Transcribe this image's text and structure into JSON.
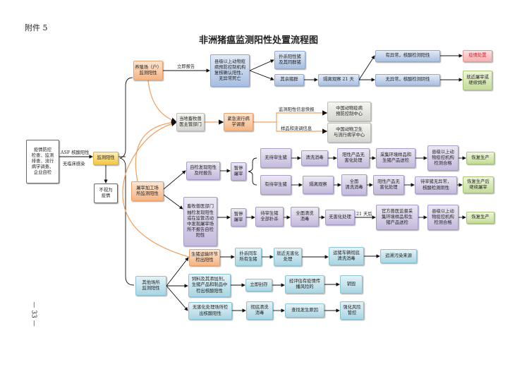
{
  "header": {
    "attachment": "附件 5",
    "title": "非洲猪瘟监测阳性处置流程图",
    "page_number": "— 33 —"
  },
  "start": {
    "source": "疫情防控\n检查、监测\n排查、流行\n病学调查、\n企业自检",
    "label_asf": "ASF 核酸阳性",
    "label_noclinical": "无临床感染",
    "monitor_positive": "监测阳性",
    "not_epidemic": "不视为\n疫情"
  },
  "farm": {
    "origin": "养殖场（户）\n监测阳性",
    "report_label": "立即报告",
    "confirm": "县级以上动物疫\n病预防控制机构\n复核确认阳性，\n无异常死亡",
    "cull": "扑杀阳性猪\n及其同群猪",
    "remaining": "其余猪群",
    "observe": "隔离观察 21 天",
    "abnormal": "有异常，核酸检测阳性",
    "normal": "无异常，核酸检测阴性",
    "epidemic_handling": "疫情处置",
    "slaughter_or_feed": "就近屠宰或\n继续饲养"
  },
  "authority": {
    "local": "当地畜牧兽\n医主管部门",
    "investigation": "紧急流行病\n学调查",
    "label_report": "监测阳性信息快报",
    "label_samples": "样品和流调信息",
    "center1": "中国动物疫病\n预防控制中心",
    "center2": "中国动物卫生\n与流行病学中心"
  },
  "slaughterhouse": {
    "origin": "屠宰加工场\n所监测阳性",
    "self_check": "自检发现阳性\n及时报告",
    "suspend1": "暂停\n屠宰",
    "no_pigs": "无待宰生猪",
    "clean1": "清洗消毒",
    "harmless1": "阳性产品无\n害化处理",
    "sample1": "采集环境样品和\n生猪产品送检",
    "qualified1": "县级以上动\n物疫控机构\n检测合格",
    "resume1": "恢复生产",
    "has_pigs": "有待宰生猪",
    "isolate": "隔离观察",
    "clean2": "全面\n清洗消毒",
    "harmless2": "阳性产品无\n害化处理",
    "negative": "待宰猪无异常，\n核酸检测阴性",
    "resume2": "恢复生产后\n继续屠宰",
    "dept_found": "畜牧兽医部门\n抽检发现阳性\n或在监管活动\n中发现屠宰场\n所不报告自检\n阳性",
    "suspend2": "暂停\n屠宰",
    "cull_all": "待宰生猪\n全部扑杀",
    "clean3": "全面清洗\n消毒",
    "harmless3": "无害化处理",
    "after21": "21 天后",
    "official_sample": "官方兽医监督采\n集环境样品和生\n猪产品送检",
    "qualified2": "县级以上动\n物疫控机构\n检测合格",
    "resume3": "恢复生产"
  },
  "other": {
    "origin": "其他场所\n监测阳性",
    "transport": "生猪运输环节\n检出阳性",
    "cull_truck": "扑杀同车\n所有生猪",
    "harmless": "就近无害化\n处理",
    "truck_clean": "运猪车辆彻底\n清洗消毒",
    "trace": "追溯污染来源",
    "feed": "饲料及其添加剂，\n生猪产品和制品中\n检出核酸阳性",
    "seal": "立即封存",
    "risk": "经评估有疫情传\n播风险的",
    "destroy": "销毁",
    "plant": "无害化处理场所检\n出核酸阳性",
    "disinfect": "彻底清洗\n消毒",
    "cause": "查找发生原因",
    "control": "强化风险\n管控"
  }
}
